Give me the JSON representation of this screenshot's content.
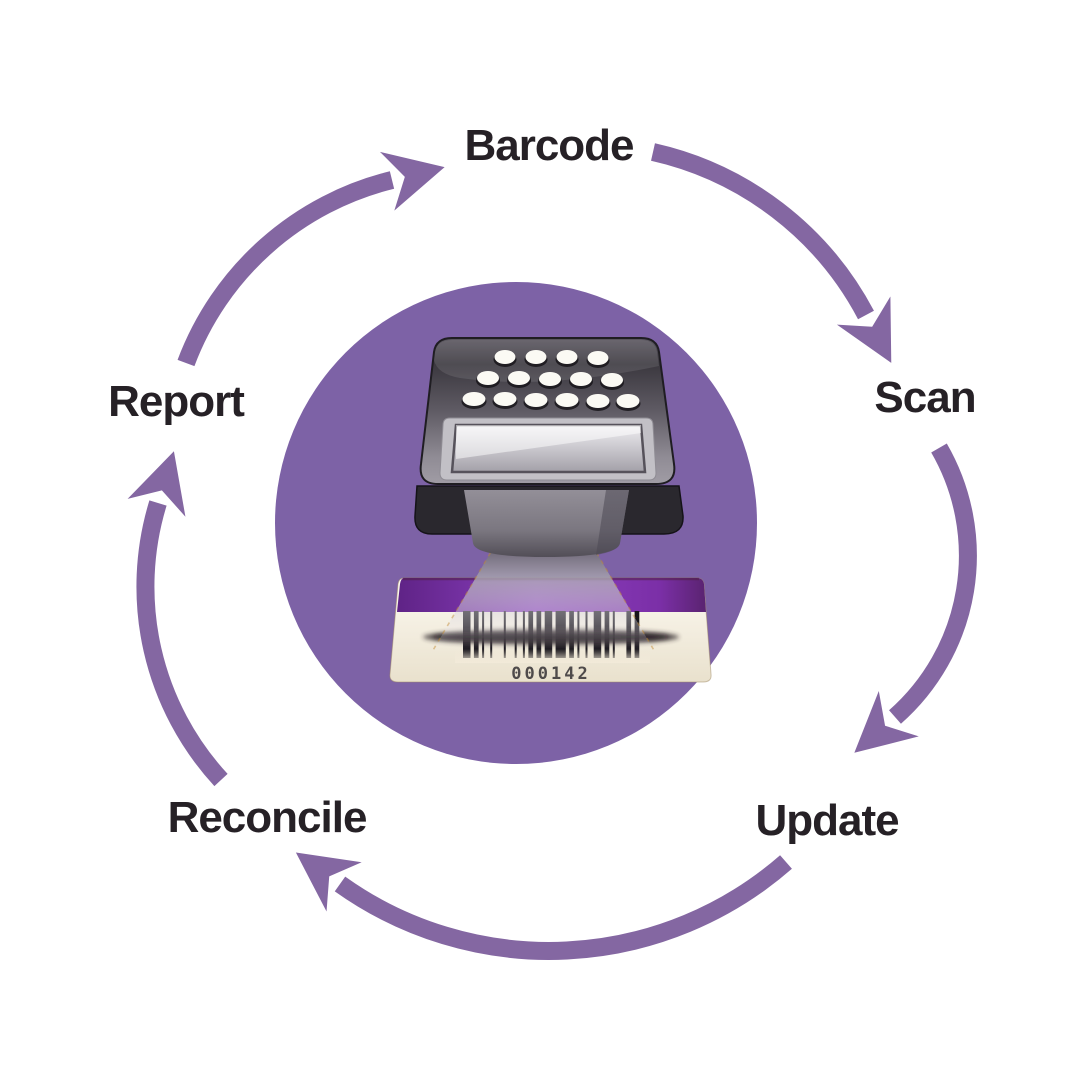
{
  "diagram": {
    "type": "cycle",
    "direction": "clockwise",
    "stages": [
      {
        "label": "Barcode"
      },
      {
        "label": "Scan"
      },
      {
        "label": "Update"
      },
      {
        "label": "Reconcile"
      },
      {
        "label": "Report"
      }
    ],
    "center": {
      "icon": "barcode-scanner-icon",
      "barcode_value": "000142"
    },
    "colors": {
      "circle": "#7D62A6",
      "arrow": "#8467A2",
      "text": "#262126",
      "stripe": "#8B3FC0",
      "card": "#F4ECDC"
    }
  }
}
